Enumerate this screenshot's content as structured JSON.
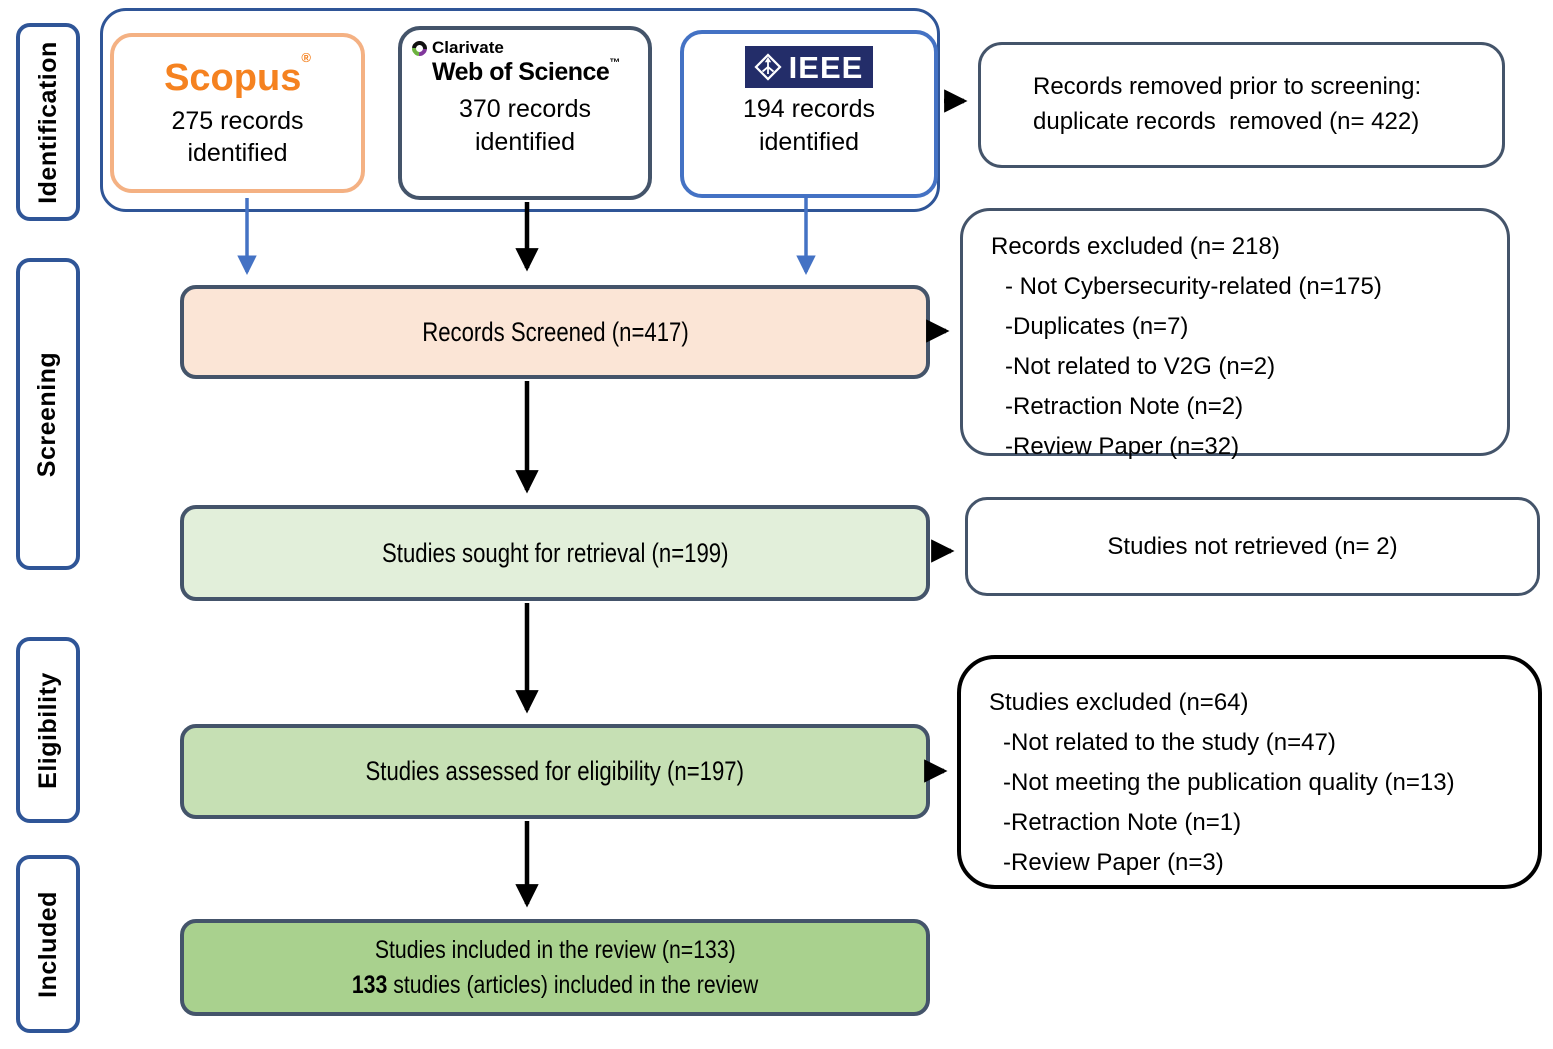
{
  "stages": [
    {
      "label": "Identification"
    },
    {
      "label": "Screening"
    },
    {
      "label": "Eligibility"
    },
    {
      "label": "Included"
    }
  ],
  "sources": {
    "scopus": {
      "logo_text": "Scopus",
      "registered_mark": "®",
      "count": "275 records identified"
    },
    "web_of_science": {
      "brand": "Clarivate",
      "brand_icon": "clarivate-ring-icon",
      "product": "Web of Science",
      "trademark": "™",
      "count": "370 records identified"
    },
    "ieee": {
      "logo_text": "IEEE",
      "logo_icon": "ieee-diamond-icon",
      "count": "194 records identified"
    }
  },
  "flow": {
    "screened": {
      "label": "Records Screened (n=417)"
    },
    "sought": {
      "label": "Studies sought for retrieval (n=199)"
    },
    "assessed": {
      "label": "Studies assessed for eligibility (n=197)"
    },
    "included": {
      "line1": "Studies included in the review (n=133)",
      "line2_bold": "133",
      "line2_rest": " studies (articles) included in the review"
    }
  },
  "side": {
    "removed": {
      "line1": "Records removed prior to screening:",
      "line2": "duplicate records  removed (n= 422)"
    },
    "records_excluded": {
      "title": "Records excluded (n= 218)",
      "items": [
        "- Not Cybersecurity-related (n=175)",
        "-Duplicates (n=7)",
        "-Not related to V2G (n=2)",
        "-Retraction Note (n=2)",
        "-Review Paper (n=32)"
      ]
    },
    "not_retrieved": {
      "label": "Studies not retrieved (n= 2)"
    },
    "studies_excluded": {
      "title": "Studies excluded (n=64)",
      "items": [
        "-Not related to the study (n=47)",
        "-Not meeting the publication quality (n=13)",
        "-Retraction Note (n=1)",
        "-Review Paper (n=3)"
      ]
    }
  },
  "palette": {
    "rail_border": "#2F5597",
    "container_border": "#2F5597",
    "scopus_border": "#F4B183",
    "scopus_orange": "#F58220",
    "wos_border": "#44546A",
    "ieee_border": "#4472C4",
    "ieee_navy": "#232D69",
    "slate_border": "#44546A",
    "screened_fill": "#FBE5D6",
    "sought_fill": "#E2EFDA",
    "assessed_fill": "#C6E0B4",
    "included_fill": "#A9D18E",
    "arrow_black": "#000000",
    "arrow_blue": "#4472C4"
  }
}
